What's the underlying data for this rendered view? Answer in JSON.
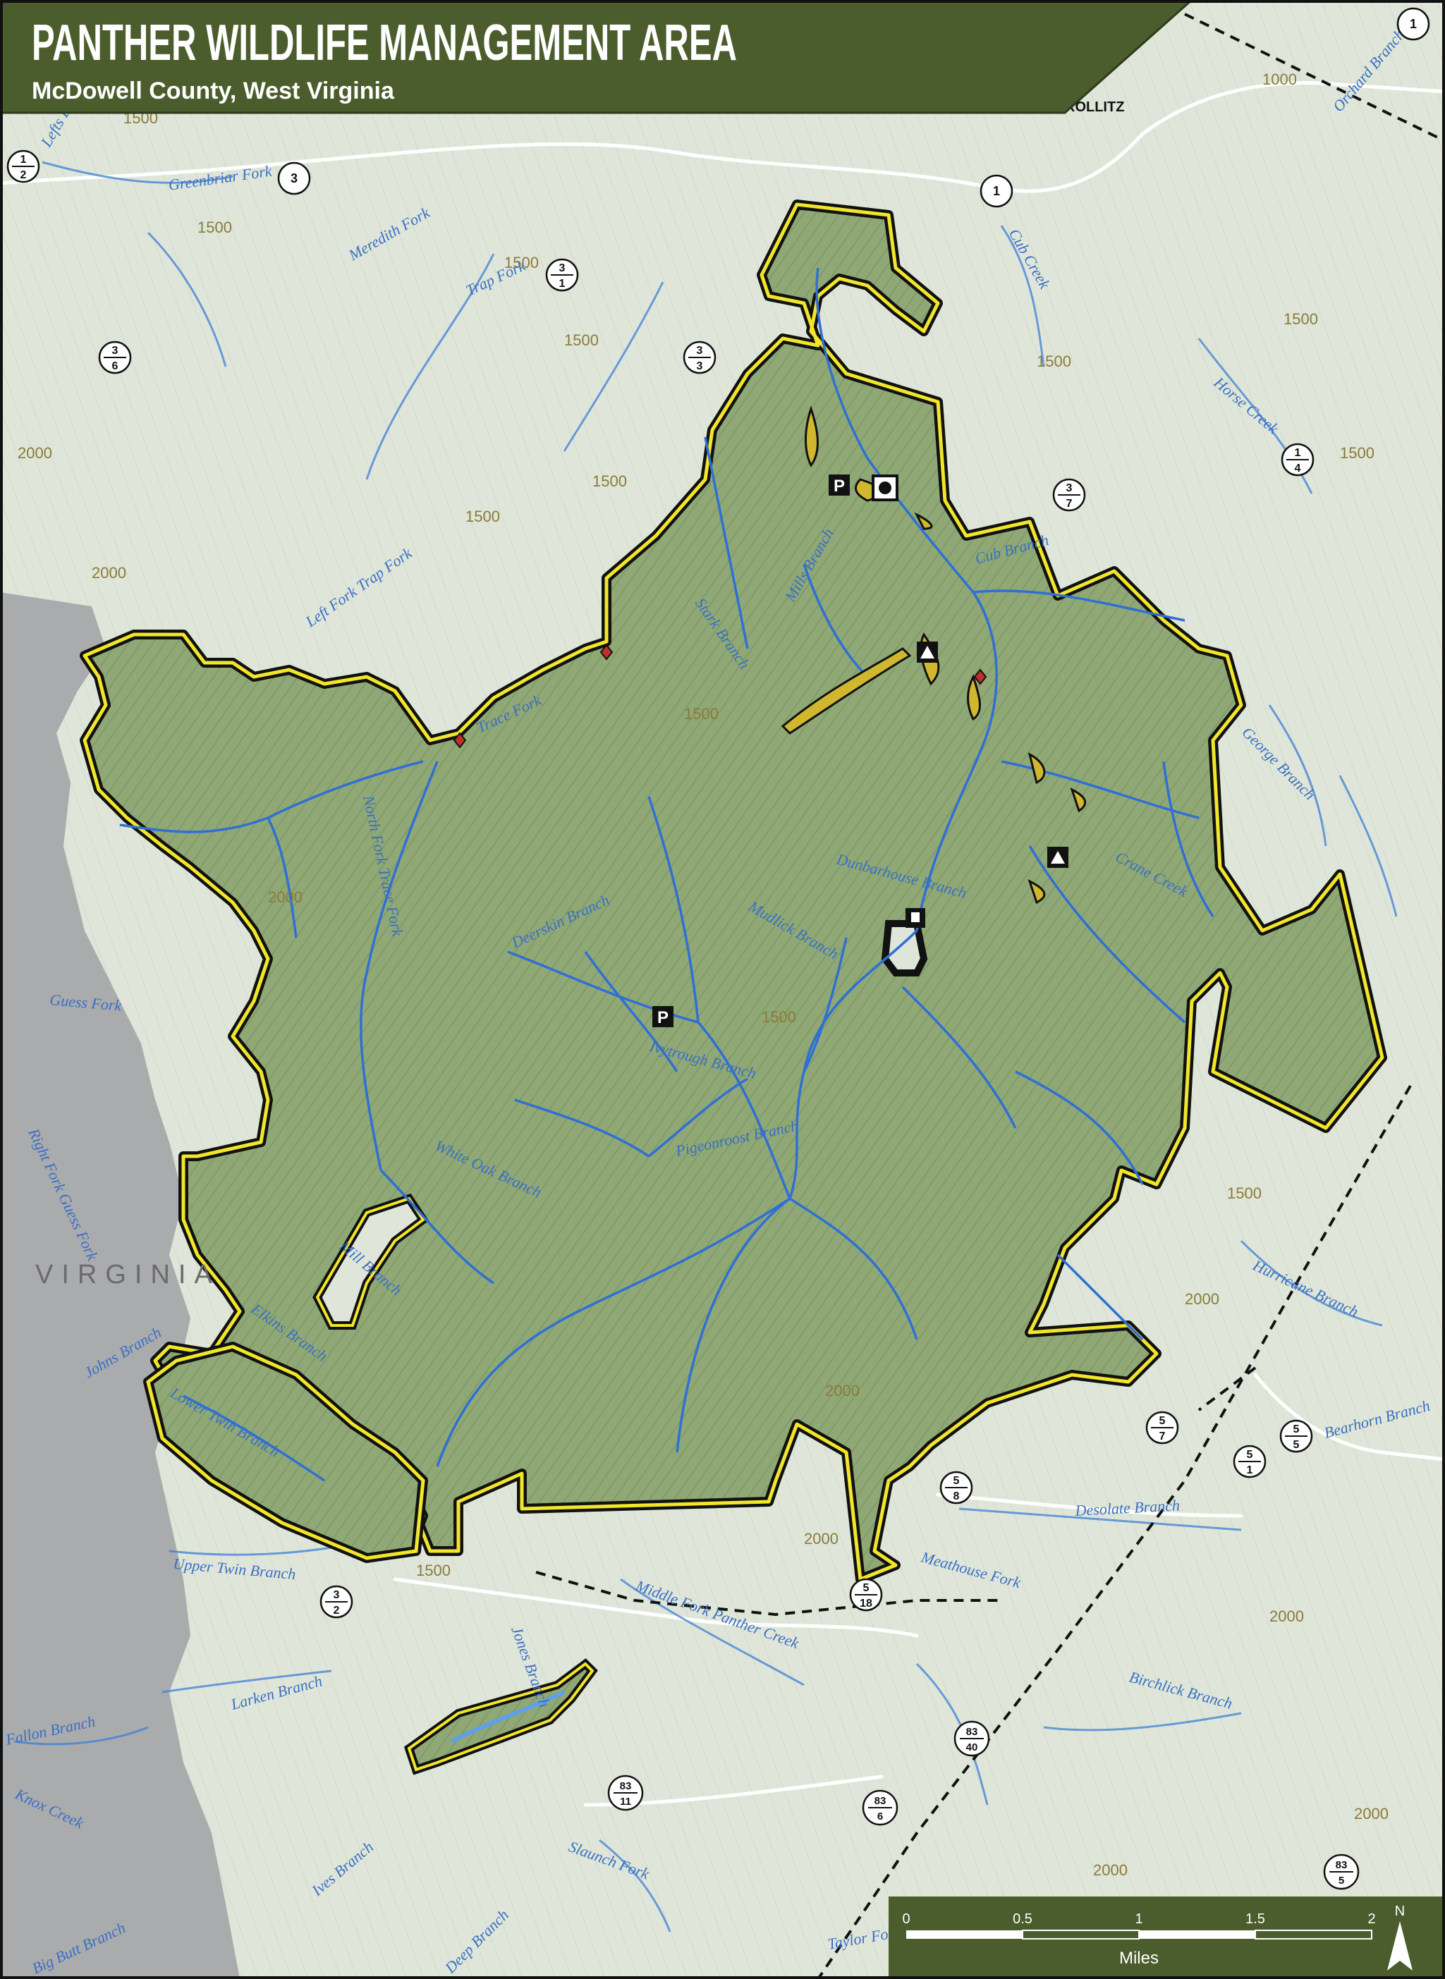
{
  "header": {
    "title": "PANTHER WILDLIFE MANAGEMENT AREA",
    "subtitle": "McDowell County, West Virginia"
  },
  "colors": {
    "title_bar": "#4b5d2c",
    "wma_fill": "#8fa875",
    "wma_outline_outer": "#111111",
    "wma_outline_inner": "#f2e62a",
    "terrain": "#dfe6d9",
    "virginia": "#a9abad",
    "stream": "#3f7fd6",
    "contour": "#b3a36a",
    "impound": "#d1b72e",
    "road": "#ffffff"
  },
  "map": {
    "state_label": "VIRGINIA",
    "place_label": "ROLLITZ",
    "streams": [
      "Greenbriar Fork",
      "Meredith Fork",
      "Trap Fork",
      "Left Fork Trap Fork",
      "Trace Fork",
      "Cub Creek",
      "Horse Creek",
      "Cub Branch",
      "Stark Branch",
      "Mills Branch",
      "George Branch",
      "Crane Creek",
      "Mudlick Branch",
      "Dunbarhouse Branch",
      "Deerskin Branch",
      "North Fork Trace Fork",
      "Ivytrough Branch",
      "Pigeonroost Branch",
      "White Oak Branch",
      "Mill Branch",
      "Guess Fork",
      "Right Fork Guess Fork",
      "Elkins Branch",
      "Lower Twin Branch",
      "Upper Twin Branch",
      "Johns Branch",
      "Hurricane Branch",
      "Bearhorn Branch",
      "Desolate Branch",
      "Meathouse Fork",
      "Middle Fork Panther Creek",
      "Larken Branch",
      "Fallon Branch",
      "Knox Creek",
      "Birchlick Branch",
      "Slaunch Fork",
      "Ives Branch",
      "Deep Branch",
      "Big Butt Branch",
      "Taylor Fork",
      "Orchard Branch",
      "Lefts Branch",
      "Jones Branch"
    ],
    "contours": [
      "1500",
      "2000",
      "1000"
    ],
    "shields": [
      {
        "top": "1",
        "bottom": "2"
      },
      {
        "top": "3",
        "bottom": ""
      },
      {
        "top": "1",
        "bottom": ""
      },
      {
        "top": "3",
        "bottom": "1"
      },
      {
        "top": "3",
        "bottom": "6"
      },
      {
        "top": "3",
        "bottom": "3"
      },
      {
        "top": "1",
        "bottom": "4"
      },
      {
        "top": "3",
        "bottom": "7"
      },
      {
        "top": "1",
        "bottom": ""
      },
      {
        "top": "5",
        "bottom": "7"
      },
      {
        "top": "5",
        "bottom": "5"
      },
      {
        "top": "5",
        "bottom": "1"
      },
      {
        "top": "5",
        "bottom": "8"
      },
      {
        "top": "3",
        "bottom": "2"
      },
      {
        "top": "5",
        "bottom": "18"
      },
      {
        "top": "83",
        "bottom": "40"
      },
      {
        "top": "83",
        "bottom": "11"
      },
      {
        "top": "83",
        "bottom": "6"
      },
      {
        "top": "83",
        "bottom": "5"
      }
    ],
    "symbols": [
      {
        "icon": "parking-icon",
        "text": "P"
      },
      {
        "icon": "boat-ramp-icon",
        "text": ""
      },
      {
        "icon": "campground-icon",
        "text": ""
      },
      {
        "icon": "campground-icon",
        "text": ""
      },
      {
        "icon": "parking-icon",
        "text": "P"
      },
      {
        "icon": "headquarters-icon",
        "text": ""
      }
    ]
  },
  "scale_bar": {
    "ticks": [
      "0",
      "0.5",
      "1",
      "1.5",
      "2"
    ],
    "unit": "Miles"
  },
  "north_arrow": {
    "label": "N"
  }
}
